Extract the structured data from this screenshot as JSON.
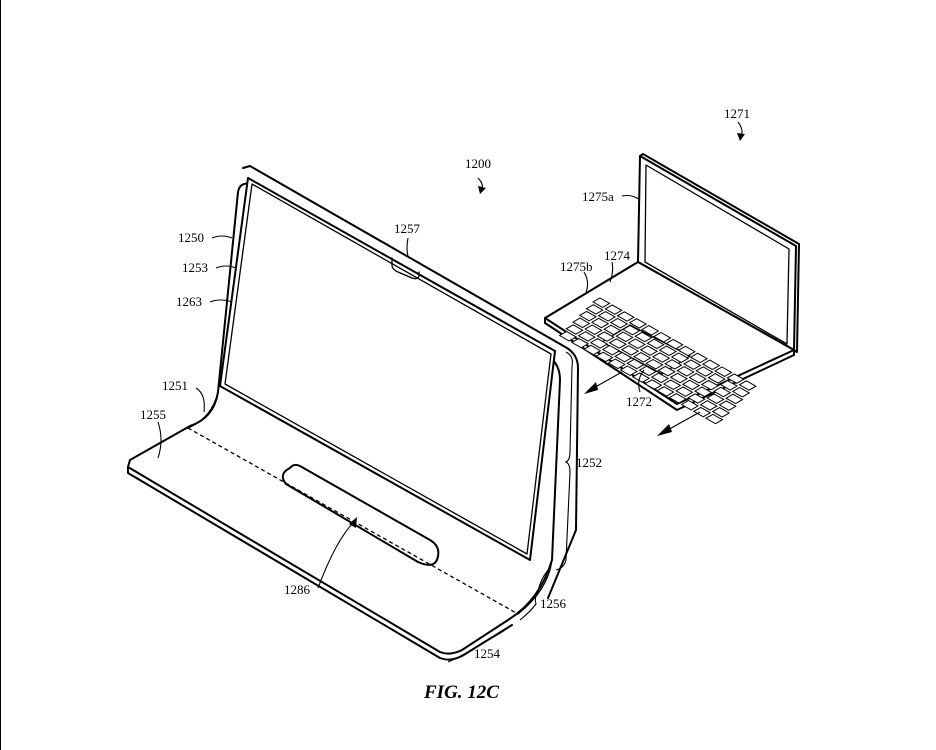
{
  "figure": {
    "caption": "FIG. 12C",
    "labels": {
      "system": "1200",
      "housing": "1250",
      "base_segment": "1251",
      "vertical_segment": "1252",
      "display_edge": "1253",
      "base_length": "1254",
      "base_edge": "1255",
      "bend": "1256",
      "camera": "1257",
      "display": "1263",
      "laptop": "1271",
      "laptop_base": "1272",
      "keyboard": "1274",
      "laptop_lid": "1275a",
      "laptop_hinge": "1275b",
      "recess": "1286"
    }
  }
}
